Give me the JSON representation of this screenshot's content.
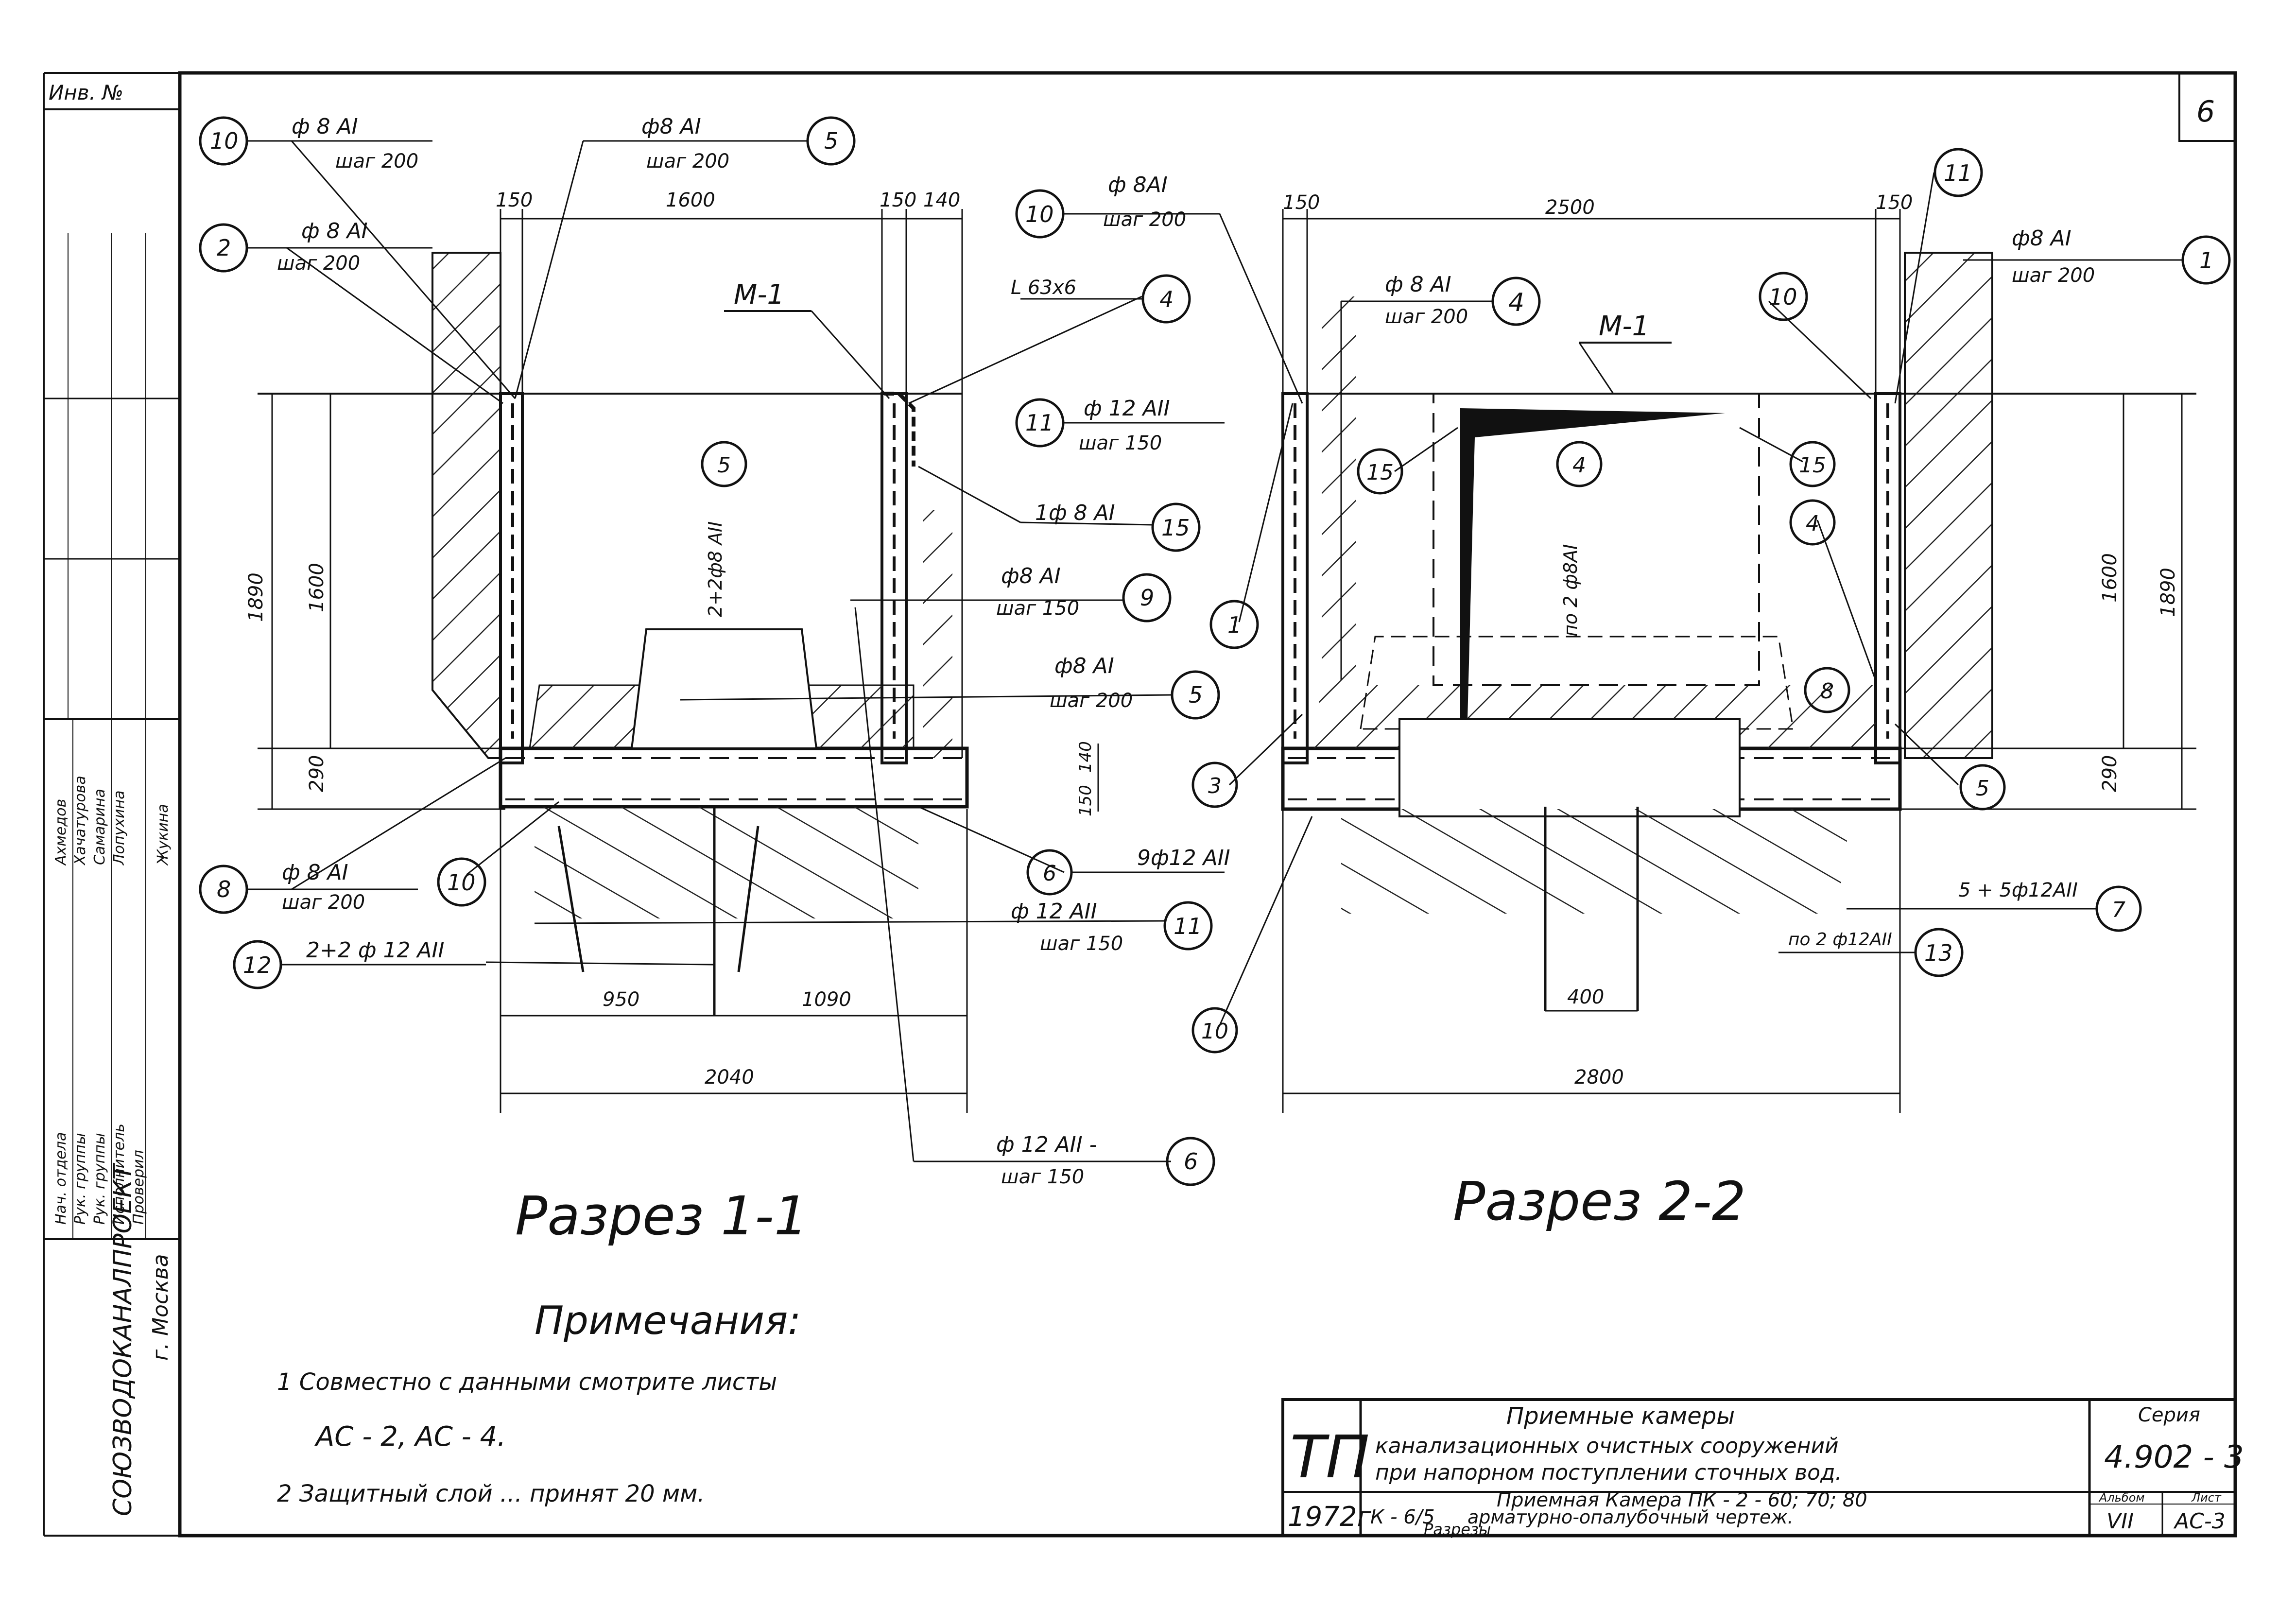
{
  "sheet_number": "6",
  "inventory_label": "Инв. №",
  "section_1": {
    "title": "Разрез 1-1",
    "section_mark": "М-1",
    "dims": {
      "top_left": "150",
      "top_mid": "1600",
      "top_right_a": "150",
      "top_right_b": "140",
      "height_outer": "1890",
      "height_inner": "1600",
      "slab": "290",
      "slab_parts": "150",
      "slab_parts_b": "140",
      "bottom_left": "950",
      "bottom_right": "1090",
      "total": "2040"
    },
    "callouts": [
      {
        "num": "10",
        "spec": "ф 8 АI",
        "step": "шаг 200"
      },
      {
        "num": "5",
        "spec": "ф8 АI",
        "step": "шаг 200"
      },
      {
        "num": "2",
        "spec": "ф 8 АI",
        "step": "шаг 200"
      },
      {
        "num": "4",
        "spec": "L 63х6",
        "step": ""
      },
      {
        "num": "11",
        "spec": "ф 12 АII",
        "step": "шаг 150"
      },
      {
        "num": "15",
        "spec": "1ф 8 АI",
        "step": ""
      },
      {
        "num": "5",
        "spec": "2+2ф8 АII",
        "step": ""
      },
      {
        "num": "9",
        "spec": "ф8 АI",
        "step": "шаг 150"
      },
      {
        "num": "5",
        "spec": "ф8 АI",
        "step": "шаг 200"
      },
      {
        "num": "8",
        "spec": "ф 8 АI",
        "step": "шаг 200"
      },
      {
        "num": "10",
        "spec": "",
        "step": ""
      },
      {
        "num": "6",
        "spec": "9ф12 АII",
        "step": ""
      },
      {
        "num": "11",
        "spec": "ф 12 АII",
        "step": "шаг 150"
      },
      {
        "num": "12",
        "spec": "2+2 ф 12 АII",
        "step": ""
      },
      {
        "num": "6",
        "spec": "ф 12 АII -",
        "step": "шаг 150"
      }
    ]
  },
  "section_2": {
    "title": "Разрез 2-2",
    "section_mark": "М-1",
    "dims": {
      "top_left": "150",
      "top_mid": "2500",
      "top_right": "150",
      "height_inner": "1600",
      "height_outer": "1890",
      "slab": "290",
      "bottom_mid": "400",
      "total": "2800"
    },
    "callouts": [
      {
        "num": "10",
        "spec": "ф 8АI",
        "step": "шаг 200"
      },
      {
        "num": "11",
        "spec": "",
        "step": ""
      },
      {
        "num": "1",
        "spec": "ф8 АI",
        "step": "шаг 200"
      },
      {
        "num": "4",
        "spec": "ф 8 АI",
        "step": "шаг 200"
      },
      {
        "num": "10",
        "spec": "",
        "step": ""
      },
      {
        "num": "15",
        "spec": "",
        "step": ""
      },
      {
        "num": "4",
        "spec": "по 2 ф8АI",
        "step": ""
      },
      {
        "num": "15",
        "spec": "",
        "step": ""
      },
      {
        "num": "4",
        "spec": "",
        "step": ""
      },
      {
        "num": "1",
        "spec": "",
        "step": ""
      },
      {
        "num": "8",
        "spec": "",
        "step": ""
      },
      {
        "num": "3",
        "spec": "",
        "step": ""
      },
      {
        "num": "5",
        "spec": "",
        "step": ""
      },
      {
        "num": "7",
        "spec": "5 + 5ф12АII",
        "step": ""
      },
      {
        "num": "13",
        "spec": "по 2 ф12АII",
        "step": ""
      },
      {
        "num": "10",
        "spec": "",
        "step": ""
      }
    ]
  },
  "notes": {
    "heading": "Примечания:",
    "line1": "1  Совместно   с данными   смотрите   листы",
    "line1b": "АС - 2,  АС - 4.",
    "line2": "2  Защитный   слой   ...   принят   20 мм."
  },
  "side_strip": {
    "org": "СОЮЗВОДОКАНАЛПРОЕКТ",
    "city": "г. Москва",
    "roles": [
      "Нач. отдела",
      "Рук. группы",
      "Рук. группы",
      "Исполнитель",
      "Проверил"
    ],
    "names": [
      "Ахмедов",
      "Хачатурова",
      "Самарина",
      "Лопухина",
      "Жукина"
    ]
  },
  "title_block": {
    "logo": "ТП",
    "year": "1972г",
    "line1": "Приемные            камеры",
    "line2": "канализационных   очистных    сооружений",
    "line3": "при  напорном   поступлении   сточных   вод.",
    "code": "К - 6/5",
    "line4": "Приемная    Камера  ПК - 2 - 60; 70; 80",
    "line5": "арматурно-опалубочный   чертеж.",
    "line6": "Разрезы",
    "series_label": "Серия",
    "series_value": "4.902 - 3",
    "album_label": "Альбом",
    "album_value": "VII",
    "sheet_label": "Лист",
    "sheet_value": "АС-3"
  }
}
